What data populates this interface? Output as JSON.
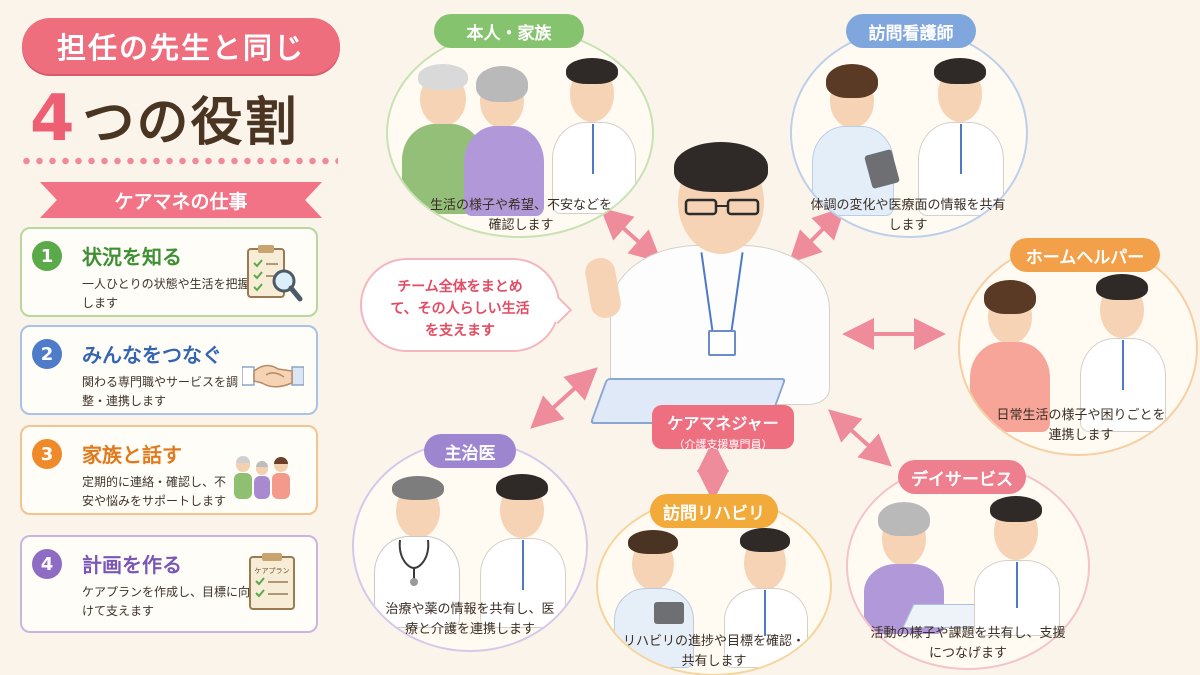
{
  "header": {
    "title_top": "担任の先生と同じ",
    "title_num": "4",
    "title_rest": "つの役割",
    "ribbon": "ケアマネの仕事"
  },
  "roles": [
    {
      "num": "1",
      "title": "状況を知る",
      "desc": "一人ひとりの状態や生活を把握します",
      "icon": "clipboard-magnifier-icon"
    },
    {
      "num": "2",
      "title": "みんなをつなぐ",
      "desc": "関わる専門職やサービスを調整・連携します",
      "icon": "handshake-icon"
    },
    {
      "num": "3",
      "title": "家族と話す",
      "desc": "定期的に連絡・確認し、不安や悩みをサポートします",
      "icon": "family-icon"
    },
    {
      "num": "4",
      "title": "計画を作る",
      "desc": "ケアプランを作成し、目標に向けて支えます",
      "icon": "care-plan-clipboard-icon",
      "clipboard_label": "ケアプラン"
    }
  ],
  "center": {
    "speech": "チーム全体をまとめて、その人らしい生活を支えます",
    "label": "ケアマネジャー",
    "sublabel": "（介護支援専門員）"
  },
  "partners": {
    "family": {
      "label": "本人・家族",
      "caption": "生活の様子や希望、不安などを確認します",
      "color": "#86c36f"
    },
    "nurse": {
      "label": "訪問看護師",
      "caption": "体調の変化や医療面の情報を共有します",
      "color": "#7fa6dd"
    },
    "helper": {
      "label": "ホームヘルパー",
      "caption": "日常生活の様子や困りごとを連携します",
      "color": "#f2a04a"
    },
    "doctor": {
      "label": "主治医",
      "caption": "治療や薬の情報を共有し、医療と介護を連携します",
      "color": "#9d86cf"
    },
    "rehab": {
      "label": "訪問リハビリ",
      "caption": "リハビリの進捗や目標を確認・共有します",
      "color": "#f2aa3a"
    },
    "dayservice": {
      "label": "デイサービス",
      "caption": "活動の様子や課題を共有し、支援につなげます",
      "color": "#ee7f8f"
    }
  }
}
